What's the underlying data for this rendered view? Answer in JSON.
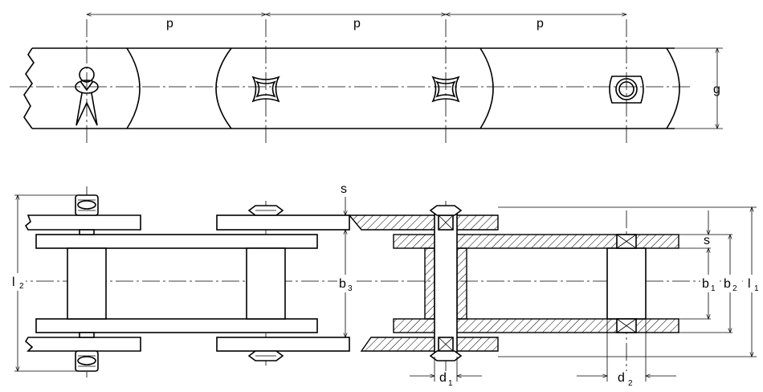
{
  "labels": {
    "pitch": "p",
    "plate_height": "g",
    "plate_thickness": "s",
    "inner_width": "b",
    "inner_width_sub": "1",
    "outer_inner_width": "b",
    "outer_inner_width_sub": "2",
    "bushing_length": "b",
    "bushing_length_sub": "3",
    "pin_length_total": "l",
    "pin_length_total_sub": "1",
    "pin_length_riveted": "l",
    "pin_length_riveted_sub": "2",
    "pin_diameter": "d",
    "pin_diameter_sub": "1",
    "bushing_diameter": "d",
    "bushing_diameter_sub": "2"
  }
}
